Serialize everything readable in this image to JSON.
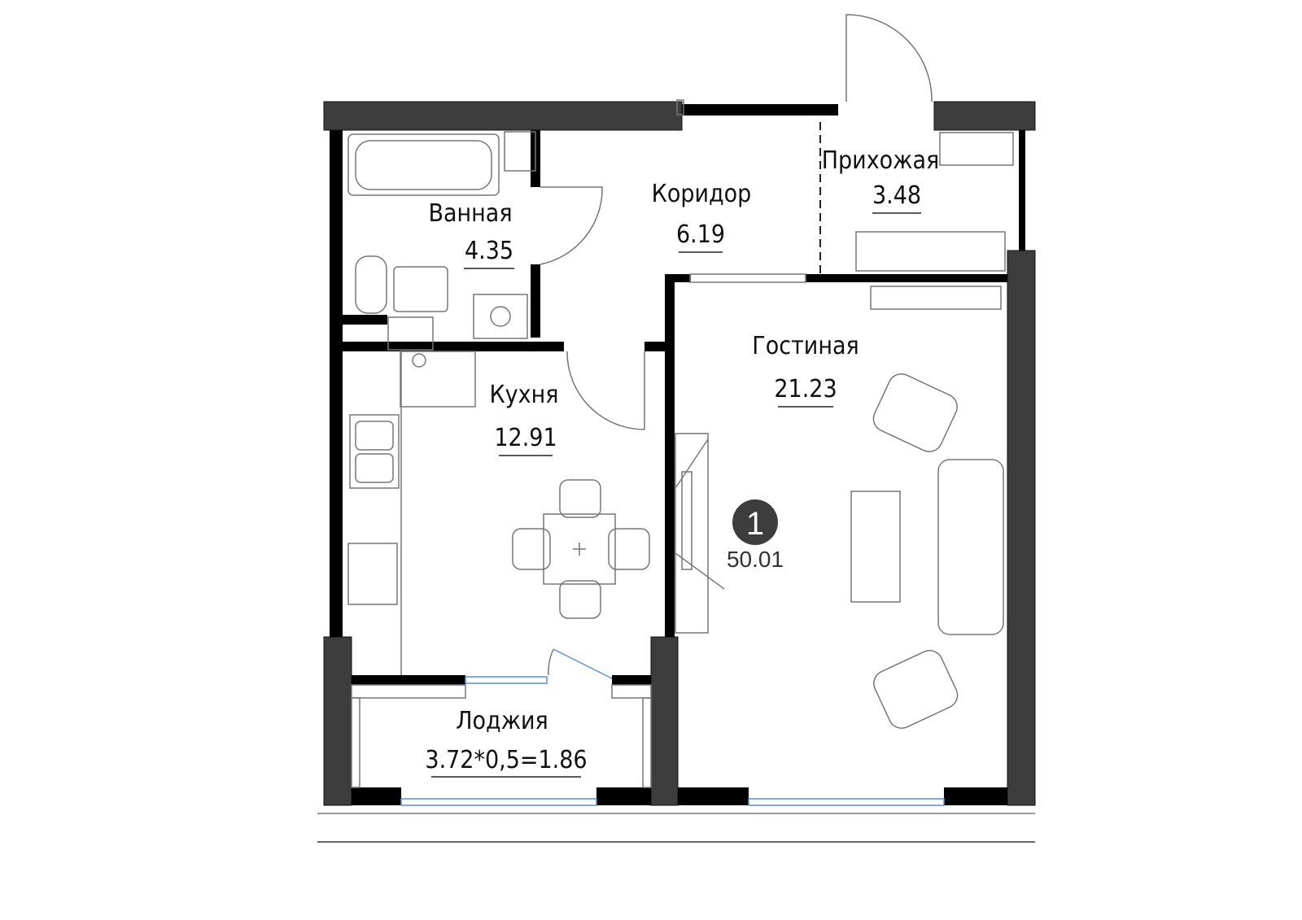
{
  "plan": {
    "apartment_number": "1",
    "total_area": "50.01",
    "rooms": [
      {
        "name": "Ванная",
        "area": "4.35"
      },
      {
        "name": "Коридор",
        "area": "6.19"
      },
      {
        "name": "Прихожая",
        "area": "3.48"
      },
      {
        "name": "Кухня",
        "area": "12.91"
      },
      {
        "name": "Гостиная",
        "area": "21.23"
      },
      {
        "name": "Лоджия",
        "area": "3.72*0,5=1.86"
      }
    ]
  }
}
